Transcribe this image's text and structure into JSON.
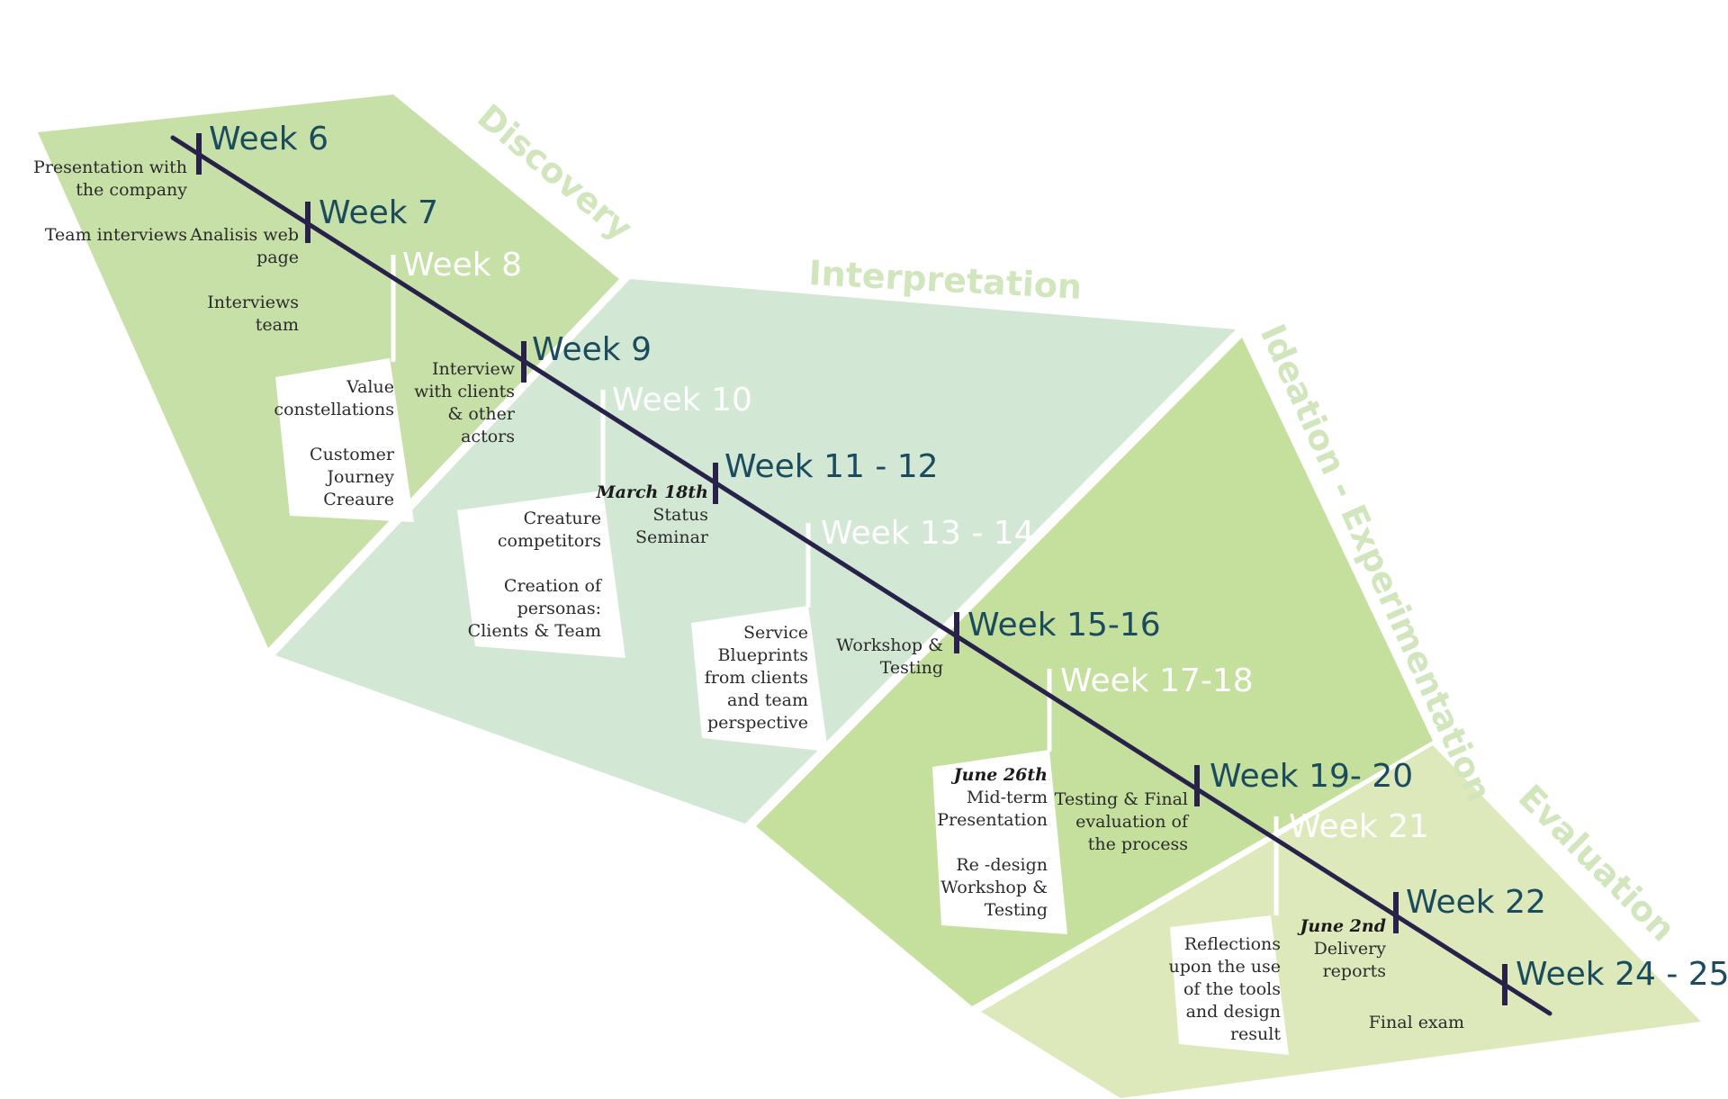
{
  "colors": {
    "discovery": "#c7e0a7",
    "interpretation": "#d3e7d5",
    "ideation": "#c5df9d",
    "evaluation": "#dde9bb",
    "timeline": "#28224a",
    "week_dark": "#1b4c5e",
    "week_light": "#ffffff",
    "phase_label": "#d2e6bd"
  },
  "phases": {
    "discovery": "Discovery",
    "interpretation": "Interpretation",
    "ideation": "Ideation - Experimentation",
    "evaluation": "Evaluation"
  },
  "weeks": {
    "w6": "Week 6",
    "w7": "Week 7",
    "w8": "Week 8",
    "w9": "Week 9",
    "w10": "Week 10",
    "w11": "Week 11 - 12",
    "w13": "Week 13 - 14",
    "w15": "Week 15-16",
    "w17": "Week 17-18",
    "w19": "Week 19- 20",
    "w21": "Week 21",
    "w22": "Week 22",
    "w24": "Week 24 - 25"
  },
  "notes": {
    "w6": [
      "Presentation with",
      "the company",
      "",
      "Team interviews"
    ],
    "w7": [
      "Analisis web",
      "page",
      "",
      "Interviews",
      "team"
    ],
    "w8": [
      "Value",
      "constellations",
      "",
      "Customer",
      "Journey",
      "Creaure"
    ],
    "w9": [
      "Interview",
      "with clients",
      "& other",
      "actors"
    ],
    "w10": [
      "Creature",
      "competitors",
      "",
      "Creation of",
      "personas:",
      "Clients & Team"
    ],
    "w11_date": "March 18th",
    "w11": [
      "Status",
      "Seminar"
    ],
    "w13": [
      "Service",
      "Blueprints",
      "from clients",
      "and team",
      "perspective"
    ],
    "w15": [
      "Workshop &",
      "Testing"
    ],
    "w17_date": "June 26th",
    "w17": [
      "Mid-term",
      "Presentation",
      "",
      "Re -design",
      "Workshop &",
      "Testing"
    ],
    "w19": [
      "Testing & Final",
      "evaluation of",
      "the process"
    ],
    "w21": [
      "Reflections",
      "upon the use",
      "of the tools",
      "and design",
      "result"
    ],
    "w22_date": "June 2nd",
    "w22": [
      "Delivery",
      "reports"
    ],
    "w24": [
      "Final exam"
    ]
  }
}
